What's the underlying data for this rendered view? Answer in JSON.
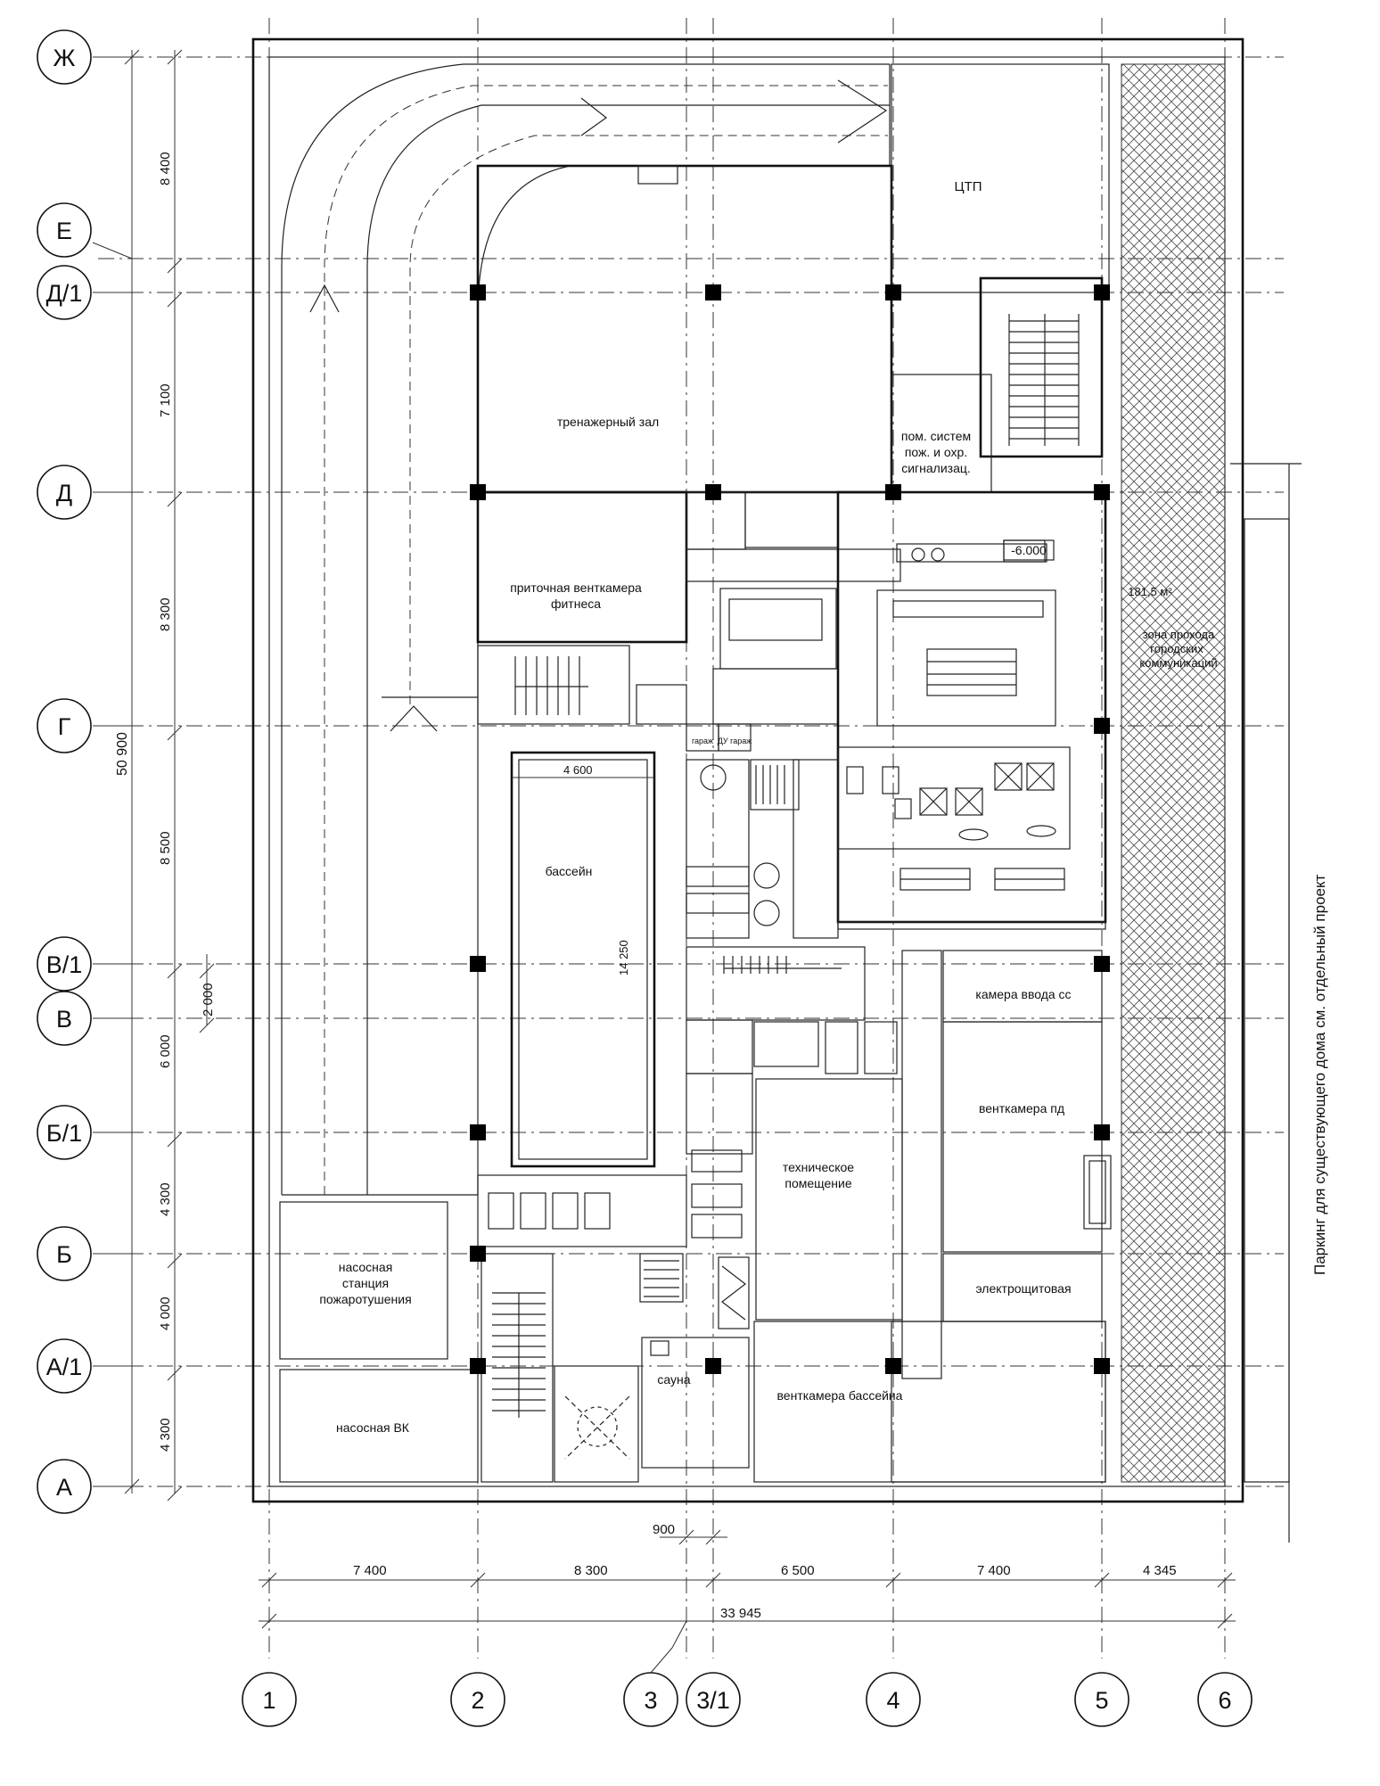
{
  "axes": {
    "rows": [
      "Ж",
      "Е",
      "Д/1",
      "Д",
      "Г",
      "В/1",
      "В",
      "Б/1",
      "Б",
      "А/1",
      "А"
    ],
    "cols": [
      "1",
      "2",
      "3",
      "3/1",
      "4",
      "5",
      "6"
    ]
  },
  "dims": {
    "left_total": "50 900",
    "left_segments": [
      "8 400",
      "7 100",
      "8 300",
      "8 500",
      "6 000",
      "4 300",
      "4 000",
      "4 300"
    ],
    "left_extra": "2 000",
    "bottom_small": "900",
    "bottom_segments": [
      "7 400",
      "8 300",
      "6 500",
      "7 400",
      "4 345"
    ],
    "bottom_total": "33 945",
    "pool_width": "4 600",
    "pool_length": "14 250"
  },
  "rooms": {
    "ctp": "ЦТП",
    "gym": "тренажерный зал",
    "fire_alarm_1": "пом. систем",
    "fire_alarm_2": "пож. и охр.",
    "fire_alarm_3": "сигнализац.",
    "vent_fitness_1": "приточная венткамера",
    "vent_fitness_2": "фитнеса",
    "level": "-6.000",
    "area": "181,5 м²",
    "utility_zone_1": "зона прохода",
    "utility_zone_2": "городских",
    "utility_zone_3": "коммуникаций",
    "garage_1": "гараж",
    "garage_2": "ДУ гараж",
    "pool": "бассейн",
    "cc_input": "камера ввода сс",
    "vent_pd": "венткамера пд",
    "tech_1": "техническое",
    "tech_2": "помещение",
    "electrical": "электрощитовая",
    "fire_pump_1": "насосная",
    "fire_pump_2": "станция",
    "fire_pump_3": "пожаротушения",
    "pump_vk": "насосная ВК",
    "sauna": "сауна",
    "vent_pool": "венткамера бассейна"
  },
  "side_note": "Паркинг для существующего дома см. отдельный  проект"
}
